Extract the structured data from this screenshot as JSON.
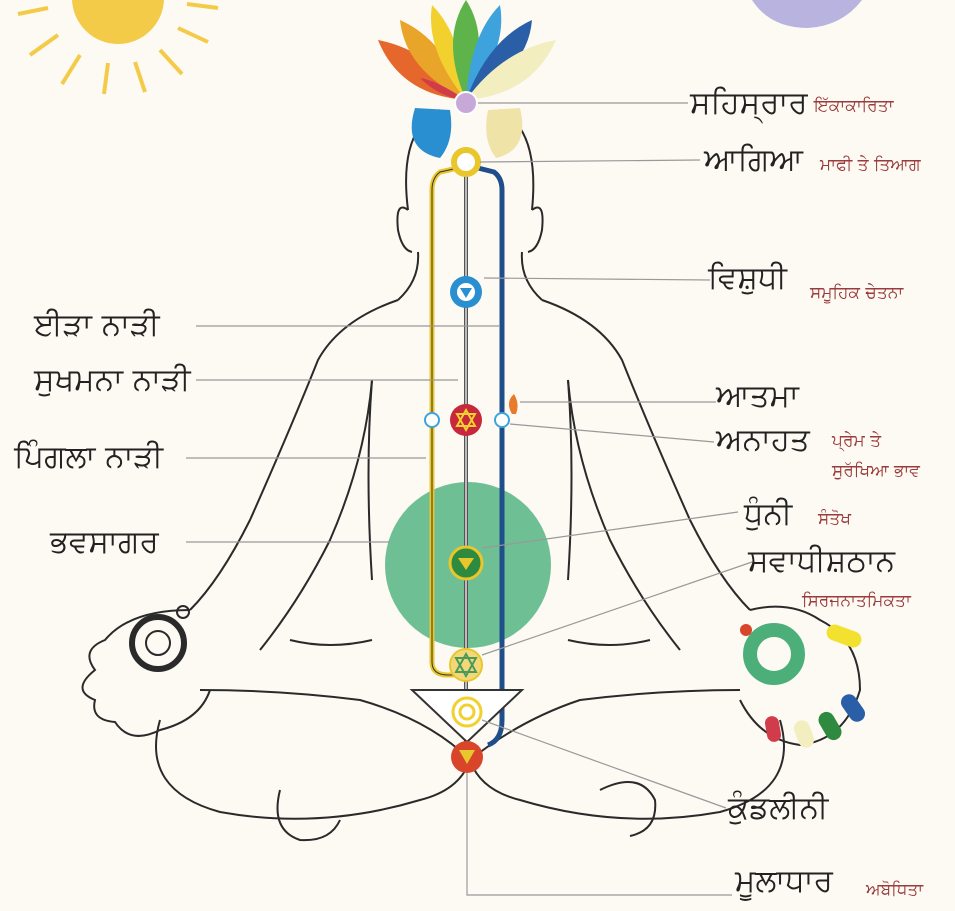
{
  "diagram": {
    "labels_right": [
      {
        "id": "sahasrara",
        "name": "ਸਹਿਸ੍ਰਾਰ",
        "quality": "ਇੱਕਾਕਾਰਿਤਾ"
      },
      {
        "id": "agya",
        "name": "ਆਗਿਆ",
        "quality": "ਮਾਫੀ ਤੇ ਤਿਆਗ"
      },
      {
        "id": "vishuddhi",
        "name": "ਵਿਸ਼ੁਧੀ",
        "quality": "ਸਮੂਹਿਕ ਚੇਤਨਾ"
      },
      {
        "id": "atma",
        "name": "ਆਤਮਾ",
        "quality": ""
      },
      {
        "id": "anahat",
        "name": "ਅਨਾਹਤ",
        "quality_line1": "ਪ੍ਰੇਮ ਤੇ",
        "quality_line2": "ਸੁਰੱਖਿਆ ਭਾਵ"
      },
      {
        "id": "nabhi",
        "name": "ਧੁੰਨੀ",
        "quality": "ਸੰਤੋਖ"
      },
      {
        "id": "swadishthan",
        "name": "ਸਵਾਧੀਸ਼ਠਾਨ",
        "quality": "ਸਿਰਜਨਾਤਮਿਕਤਾ"
      },
      {
        "id": "kundalini",
        "name": "ਕੁੰਡਲੀਨੀ",
        "quality": ""
      },
      {
        "id": "mooladhara",
        "name": "ਮੂਲਾਧਾਰ",
        "quality": "ਅਬੋਧਿਤਾ"
      }
    ],
    "labels_left": [
      {
        "id": "ida",
        "name": "ਈੜਾ ਨਾੜੀ"
      },
      {
        "id": "sushumna",
        "name": "ਸੁਖਮਨਾ ਨਾੜੀ"
      },
      {
        "id": "pingala",
        "name": "ਪਿੰਗਲਾ ਨਾੜੀ"
      },
      {
        "id": "bhavsagar",
        "name": "ਭਵਸਾਗਰ"
      }
    ],
    "colors": {
      "ida_channel": "#e8c62c",
      "pingala_channel": "#1f4f8a",
      "bhavsagar": "#4caf7a",
      "vishuddhi": "#2a8fd0",
      "anahat": "#c8283c",
      "nabhi": "#2e8a3e",
      "mooladhara": "#d8452a",
      "lotus": [
        "#e6672b",
        "#e9a52a",
        "#f2d12f",
        "#5fb34b",
        "#3ea3dc",
        "#2a5fa8",
        "#d13c4b"
      ]
    }
  }
}
